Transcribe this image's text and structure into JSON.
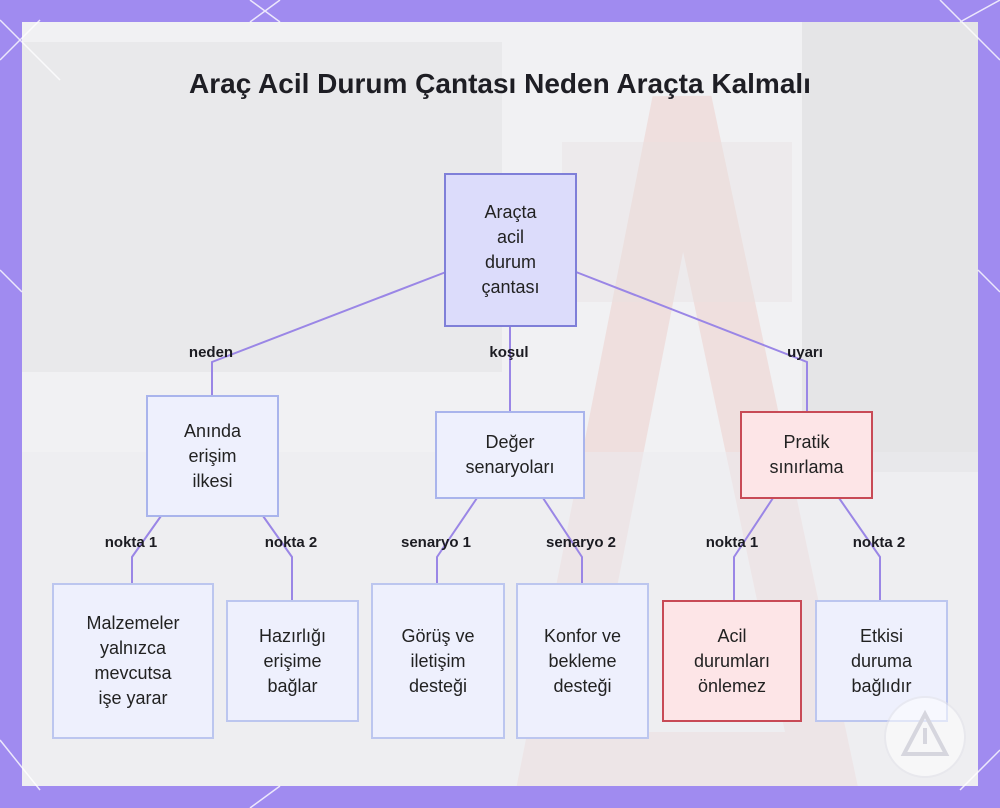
{
  "title": "Araç Acil Durum Çantası Neden Araçta Kalmalı",
  "colors": {
    "frame": "#a08bf0",
    "root_fill": "#dcdcfb",
    "root_border": "#7f7fd8",
    "node_fill": "#eef0fd",
    "node_border": "#a9b4ec",
    "warn_fill": "#fde5e7",
    "warn_border": "#c84a56",
    "connector": "#9a86e6"
  },
  "nodes": {
    "root": "Araçta\nacil\ndurum\nçantası",
    "access": "Anında\nerişim\nilkesi",
    "scenarios": "Değer\nsenaryoları",
    "limits": "Pratik\nsınırlama",
    "leaf1": "Malzemeler\nyalnızca\nmevcutsa\nişe yarar",
    "leaf2": "Hazırlığı\nerişime\nbağlar",
    "leaf3": "Görüş ve\niletişim\ndesteği",
    "leaf4": "Konfor ve\nbekleme\ndesteği",
    "leaf5": "Acil\ndurumları\nönlemez",
    "leaf6": "Etkisi\nduruma\nbağlıdır"
  },
  "edge_labels": {
    "root_access": "neden",
    "root_scenarios": "koşul",
    "root_limits": "uyarı",
    "access_leaf1": "nokta 1",
    "access_leaf2": "nokta 2",
    "scenarios_leaf3": "senaryo 1",
    "scenarios_leaf4": "senaryo 2",
    "limits_leaf5": "nokta 1",
    "limits_leaf6": "nokta 2"
  }
}
